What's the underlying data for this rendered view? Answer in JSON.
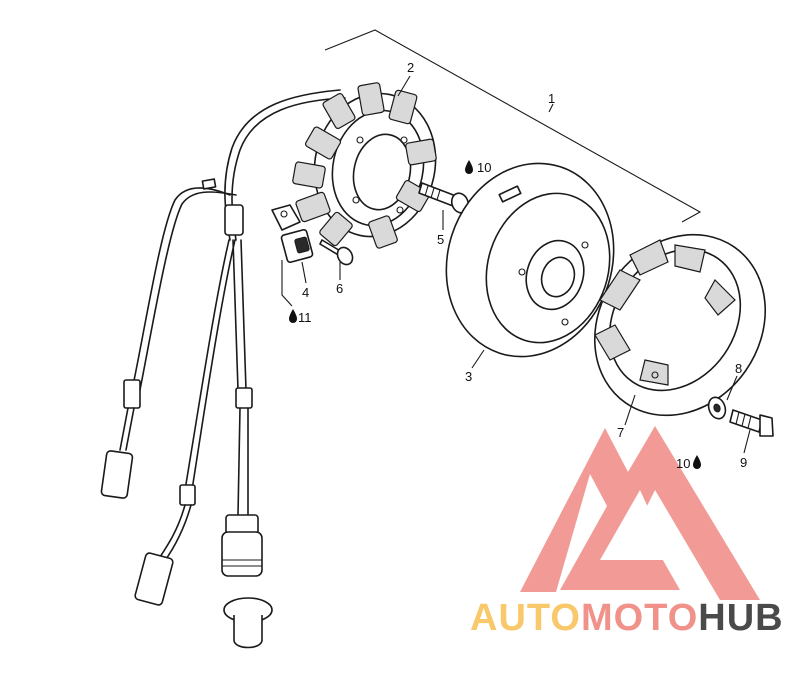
{
  "callouts": {
    "c1": "1",
    "c2": "2",
    "c3": "3",
    "c4": "4",
    "c5": "5",
    "c6": "6",
    "c7": "7",
    "c8": "8",
    "c9": "9",
    "c10a": "10",
    "c10b": "10",
    "c11": "11"
  },
  "watermark": {
    "part1": "AUTO",
    "part2": "MOTO",
    "part3": "HUB",
    "color_pale": "#f8c86a",
    "color_mid": "#f0928a",
    "color_dark": "#4a4a4a",
    "logo_color": "#f08a84"
  },
  "icons": {
    "drop": "oil-drop-icon"
  }
}
